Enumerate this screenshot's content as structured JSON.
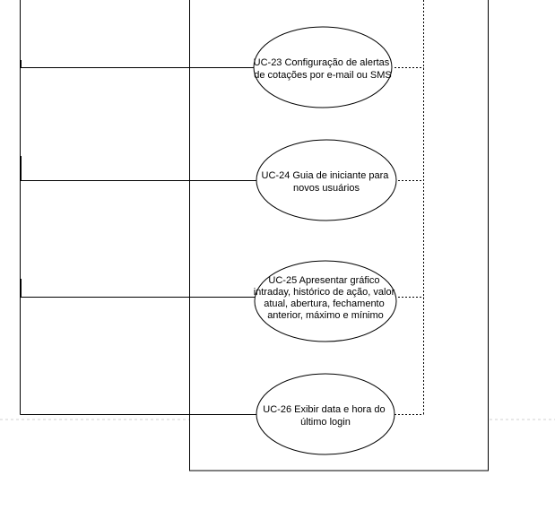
{
  "canvas": {
    "background": "#ffffff",
    "stroke_color": "#000000",
    "page_break_color": "#d0d0d0"
  },
  "use_cases": [
    {
      "id": "uc-23",
      "lines": [
        "UC-23 Configuração de alertas",
        "de cotações por e-mail ou SMS"
      ]
    },
    {
      "id": "uc-24",
      "lines": [
        "UC-24 Guia de iniciante para",
        "novos usuários"
      ]
    },
    {
      "id": "uc-25",
      "lines": [
        "UC-25 Apresentar gráfico",
        "intraday, histórico de ação, valor",
        "atual, abertura, fechamento",
        "anterior, máximo e mínimo"
      ]
    },
    {
      "id": "uc-26",
      "lines": [
        "UC-26 Exibir data e hora do",
        "último login"
      ]
    }
  ]
}
